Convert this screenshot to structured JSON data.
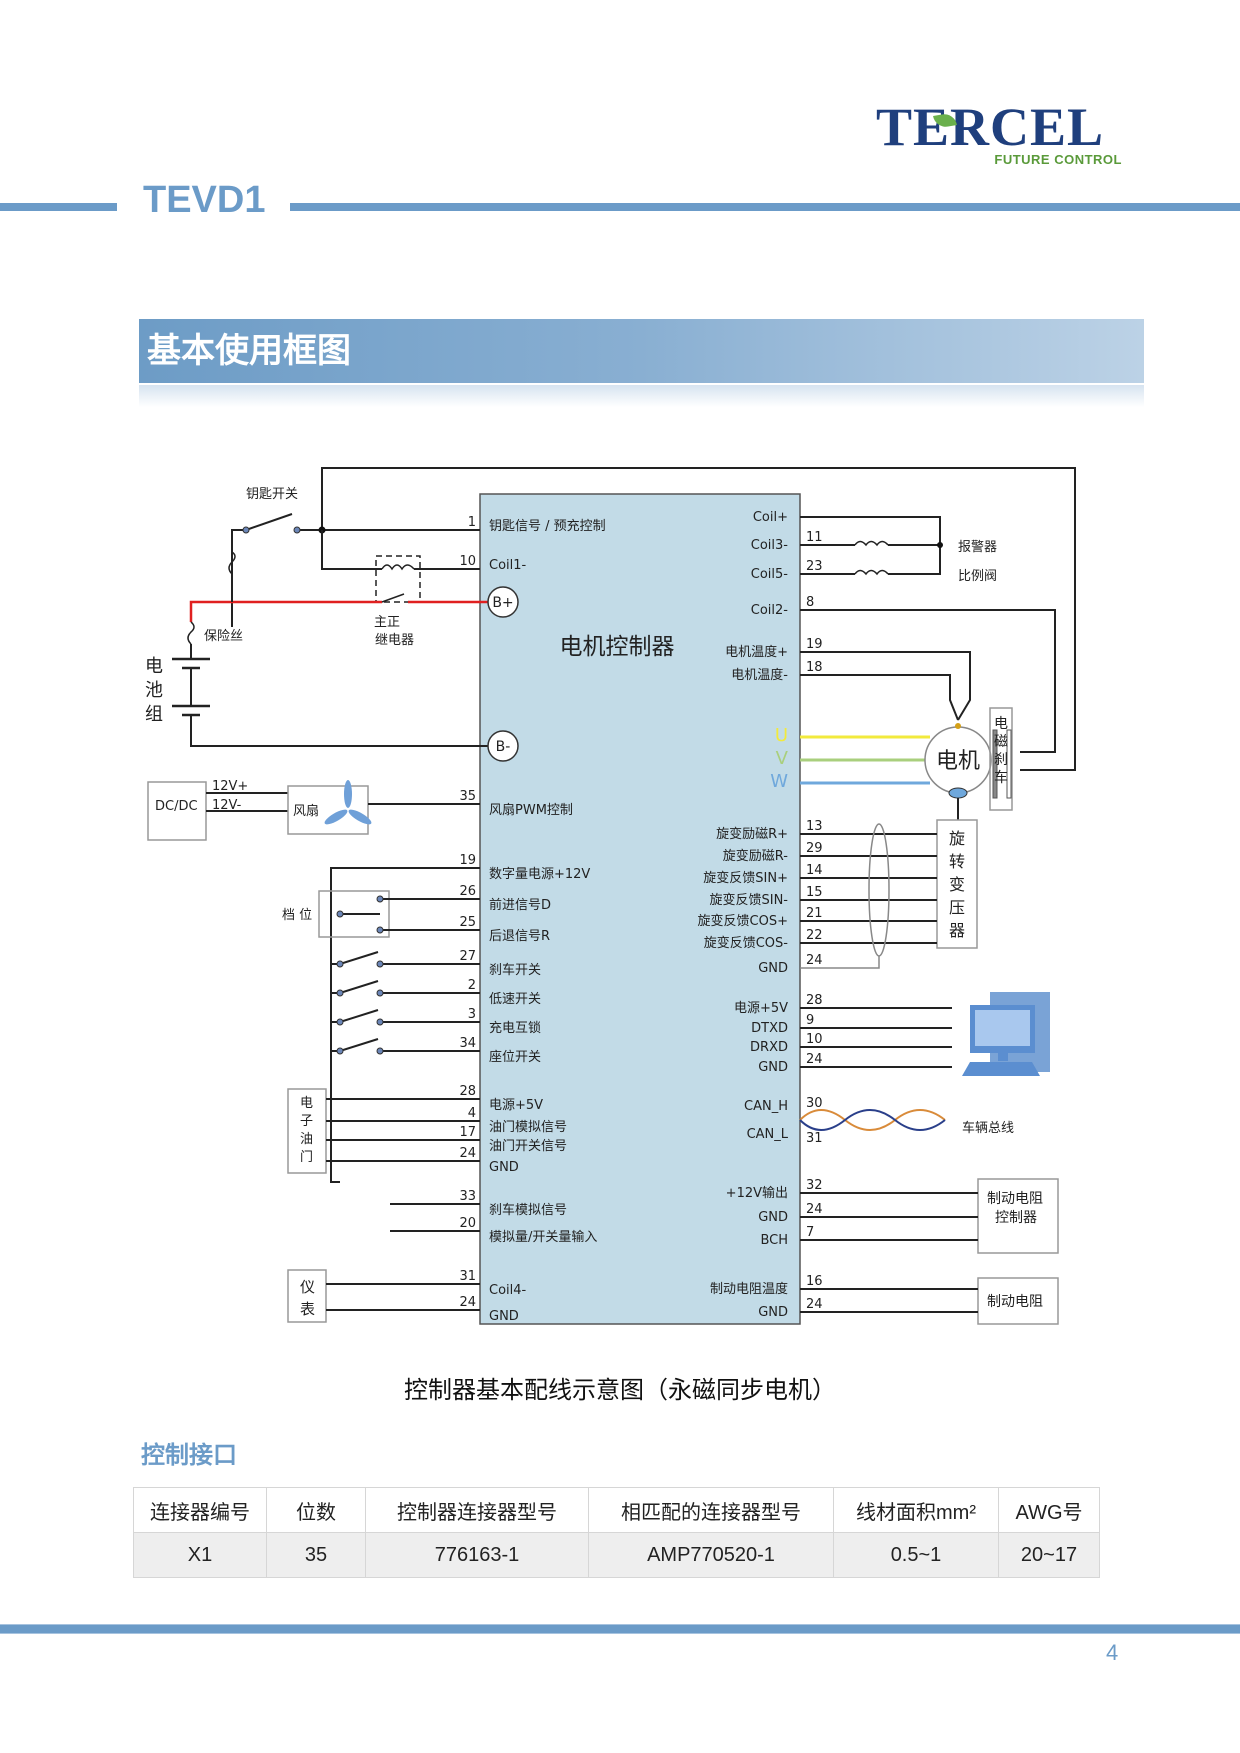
{
  "brand": {
    "name": "TERCEL",
    "tagline": "FUTURE CONTROL"
  },
  "header": {
    "product": "TEVD1"
  },
  "section": {
    "title": "基本使用框图"
  },
  "diagram": {
    "controller_label": "电机控制器",
    "caption": "控制器基本配线示意图（永磁同步电机）",
    "left_components": {
      "key_switch": "钥匙开关",
      "fuse": "保险丝",
      "relay": [
        "主正",
        "继电器"
      ],
      "battery": [
        "电",
        "池",
        "组"
      ],
      "dcdc": "DC/DC",
      "dcdc_pos": "12V+",
      "dcdc_neg": "12V-",
      "fan": "风扇",
      "gear": "档 位",
      "throttle": [
        "电",
        "子",
        "油",
        "门"
      ],
      "meter": [
        "仪",
        "表"
      ]
    },
    "terminals": {
      "bplus": "B+",
      "bminus": "B-"
    },
    "left_pins": [
      {
        "pin": "1",
        "label": "钥匙信号 / 预充控制"
      },
      {
        "pin": "10",
        "label": "Coil1-"
      },
      {
        "pin": "35",
        "label": "风扇PWM控制"
      },
      {
        "pin": "19",
        "label": "数字量电源+12V"
      },
      {
        "pin": "26",
        "label": "前进信号D"
      },
      {
        "pin": "25",
        "label": "后退信号R"
      },
      {
        "pin": "27",
        "label": "刹车开关"
      },
      {
        "pin": "2",
        "label": "低速开关"
      },
      {
        "pin": "3",
        "label": "充电互锁"
      },
      {
        "pin": "34",
        "label": "座位开关"
      },
      {
        "pin": "28",
        "label": "电源+5V"
      },
      {
        "pin": "4",
        "label": "油门模拟信号"
      },
      {
        "pin": "17",
        "label": "油门开关信号"
      },
      {
        "pin": "24",
        "label": "GND"
      },
      {
        "pin": "33",
        "label": "刹车模拟信号"
      },
      {
        "pin": "20",
        "label": "模拟量/开关量输入"
      },
      {
        "pin": "31",
        "label": "Coil4-"
      },
      {
        "pin": "24",
        "label": "GND"
      }
    ],
    "right_pins": [
      {
        "pin": "",
        "label": "Coil+"
      },
      {
        "pin": "11",
        "label": "Coil3-"
      },
      {
        "pin": "23",
        "label": "Coil5-"
      },
      {
        "pin": "8",
        "label": "Coil2-"
      },
      {
        "pin": "19",
        "label": "电机温度+"
      },
      {
        "pin": "18",
        "label": "电机温度-"
      },
      {
        "pin": "",
        "label": "U"
      },
      {
        "pin": "",
        "label": "V"
      },
      {
        "pin": "",
        "label": "W"
      },
      {
        "pin": "13",
        "label": "旋变励磁R+"
      },
      {
        "pin": "29",
        "label": "旋变励磁R-"
      },
      {
        "pin": "14",
        "label": "旋变反馈SIN+"
      },
      {
        "pin": "15",
        "label": "旋变反馈SIN-"
      },
      {
        "pin": "21",
        "label": "旋变反馈COS+"
      },
      {
        "pin": "22",
        "label": "旋变反馈COS-"
      },
      {
        "pin": "24",
        "label": "GND"
      },
      {
        "pin": "28",
        "label": "电源+5V"
      },
      {
        "pin": "9",
        "label": "DTXD"
      },
      {
        "pin": "10",
        "label": "DRXD"
      },
      {
        "pin": "24",
        "label": "GND"
      },
      {
        "pin": "30",
        "label": "CAN_H"
      },
      {
        "pin": "31",
        "label": "CAN_L"
      },
      {
        "pin": "32",
        "label": "+12V输出"
      },
      {
        "pin": "24",
        "label": "GND"
      },
      {
        "pin": "7",
        "label": "BCH"
      },
      {
        "pin": "16",
        "label": "制动电阻温度"
      },
      {
        "pin": "24",
        "label": "GND"
      }
    ],
    "right_components": {
      "alarm": "报警器",
      "valve": "比例阀",
      "motor": "电机",
      "brake": [
        "电",
        "磁",
        "刹",
        "车"
      ],
      "resolver": [
        "旋",
        "转",
        "变",
        "压",
        "器"
      ],
      "can_bus": "车辆总线",
      "brake_res_ctrl": [
        "制动电阻",
        "控制器"
      ],
      "brake_res": "制动电阻"
    },
    "phase_colors": {
      "U": "#f2ea3c",
      "V": "#a9cf7d",
      "W": "#6fa8dc"
    },
    "bus_colors": {
      "red": "#e02020",
      "can_h": "#d98b3a",
      "can_l": "#2a3f8a"
    }
  },
  "interface": {
    "title": "控制接口",
    "columns": [
      "连接器编号",
      "位数",
      "控制器连接器型号",
      "相匹配的连接器型号",
      "线材面积mm²",
      "AWG号"
    ],
    "rows": [
      [
        "X1",
        "35",
        "776163-1",
        "AMP770520-1",
        "0.5~1",
        "20~17"
      ]
    ]
  },
  "footer": {
    "page": "4"
  },
  "colors": {
    "accent": "#6b9bc8",
    "brand": "#1f3f7d",
    "controller_fill": "#c2dbe7"
  }
}
